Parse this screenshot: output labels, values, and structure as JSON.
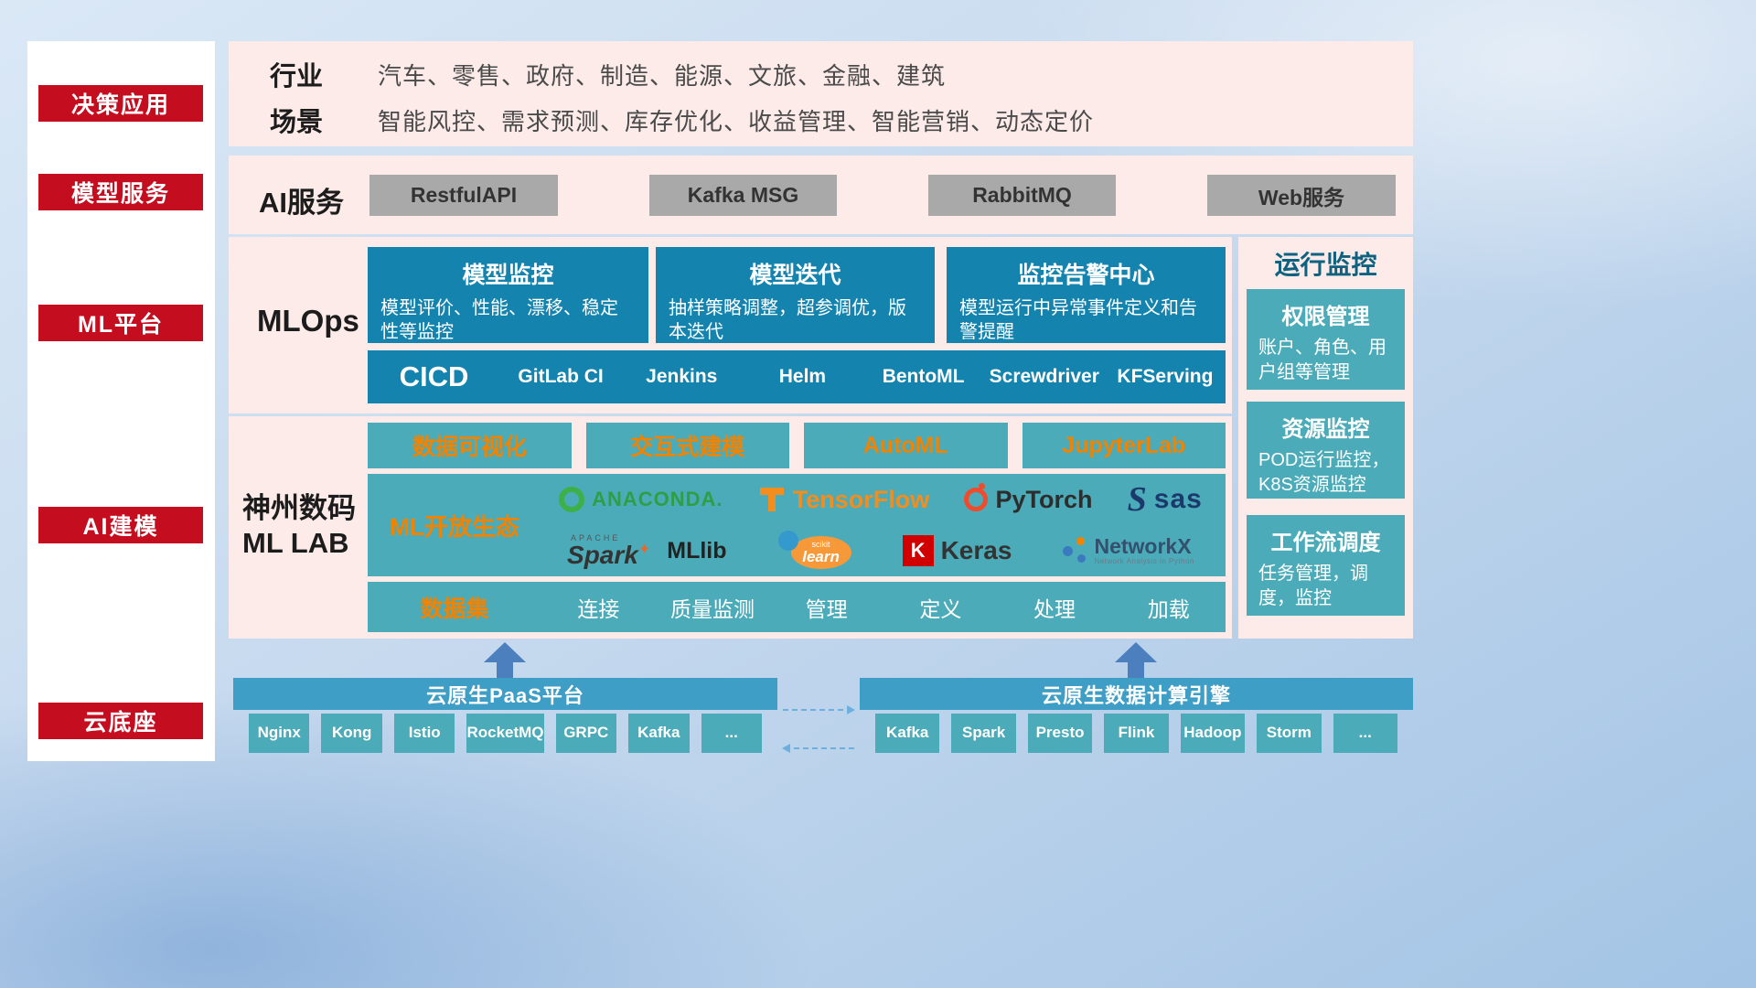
{
  "colors": {
    "sidebar_red": "#c40e20",
    "panel_pink": "#fcebe9",
    "dark_teal": "#1484ae",
    "light_teal": "#4cabb9",
    "bar_blue": "#3e9ec6",
    "accent_orange": "#f08300",
    "gray_button": "#a9a9a9",
    "arrow_blue": "#4b7fbe"
  },
  "sidebar": {
    "items": [
      {
        "label": "决策应用"
      },
      {
        "label": "模型服务"
      },
      {
        "label": "ML平台"
      },
      {
        "label": "AI建模"
      },
      {
        "label": "云底座"
      }
    ]
  },
  "industry": {
    "label": "行业",
    "text": "汽车、零售、政府、制造、能源、文旅、金融、建筑"
  },
  "scene": {
    "label": "场景",
    "text": "智能风控、需求预测、库存优化、收益管理、智能营销、动态定价"
  },
  "ai_service": {
    "label": "AI服务",
    "services": [
      {
        "label": "RestfulAPI"
      },
      {
        "label": "Kafka MSG"
      },
      {
        "label": "RabbitMQ"
      },
      {
        "label": "Web服务"
      }
    ]
  },
  "mlops": {
    "label": "MLOps",
    "cards": [
      {
        "title": "模型监控",
        "desc": "模型评价、性能、漂移、稳定性等监控"
      },
      {
        "title": "模型迭代",
        "desc": "抽样策略调整，超参调优，版本迭代"
      },
      {
        "title": "监控告警中心",
        "desc": "模型运行中异常事件定义和告警提醒"
      }
    ],
    "cicd_label": "CICD",
    "cicd_tools": [
      {
        "label": "GitLab CI"
      },
      {
        "label": "Jenkins"
      },
      {
        "label": "Helm"
      },
      {
        "label": "BentoML"
      },
      {
        "label": "Screwdriver"
      },
      {
        "label": "KFServing"
      }
    ]
  },
  "mllab": {
    "title_line1": "神州数码",
    "title_line2": "ML LAB",
    "tools": [
      {
        "label": "数据可视化"
      },
      {
        "label": "交互式建模"
      },
      {
        "label": "AutoML"
      },
      {
        "label": "JupyterLab"
      }
    ],
    "eco_label": "ML开放生态",
    "logos": {
      "anaconda": "ANACONDA.",
      "tensorflow": "TensorFlow",
      "pytorch": "PyTorch",
      "sas": "sas",
      "spark_apache": "APACHE",
      "spark": "Spark",
      "mllib": "MLlib",
      "scikit": "scikit",
      "learn": "learn",
      "keras_k": "K",
      "keras": "Keras",
      "networkx": "NetworkX",
      "networkx_sub": "Network Analysis in Python"
    },
    "dataset_label": "数据集",
    "dataset_items": [
      {
        "label": "连接"
      },
      {
        "label": "质量监测"
      },
      {
        "label": "管理"
      },
      {
        "label": "定义"
      },
      {
        "label": "处理"
      },
      {
        "label": "加载"
      }
    ]
  },
  "monitor": {
    "title": "运行监控",
    "cards": [
      {
        "title": "权限管理",
        "desc": "账户、角色、用户组等管理"
      },
      {
        "title": "资源监控",
        "desc": "POD运行监控，K8S资源监控"
      },
      {
        "title": "工作流调度",
        "desc": "任务管理，调度，监控"
      }
    ]
  },
  "bottom": {
    "paas_title": "云原生PaaS平台",
    "paas_items": [
      {
        "label": "Nginx"
      },
      {
        "label": "Kong"
      },
      {
        "label": "Istio"
      },
      {
        "label": "RocketMQ"
      },
      {
        "label": "GRPC"
      },
      {
        "label": "Kafka"
      },
      {
        "label": "..."
      }
    ],
    "engine_title": "云原生数据计算引擎",
    "engine_items": [
      {
        "label": "Kafka"
      },
      {
        "label": "Spark"
      },
      {
        "label": "Presto"
      },
      {
        "label": "Flink"
      },
      {
        "label": "Hadoop"
      },
      {
        "label": "Storm"
      },
      {
        "label": "..."
      }
    ]
  }
}
